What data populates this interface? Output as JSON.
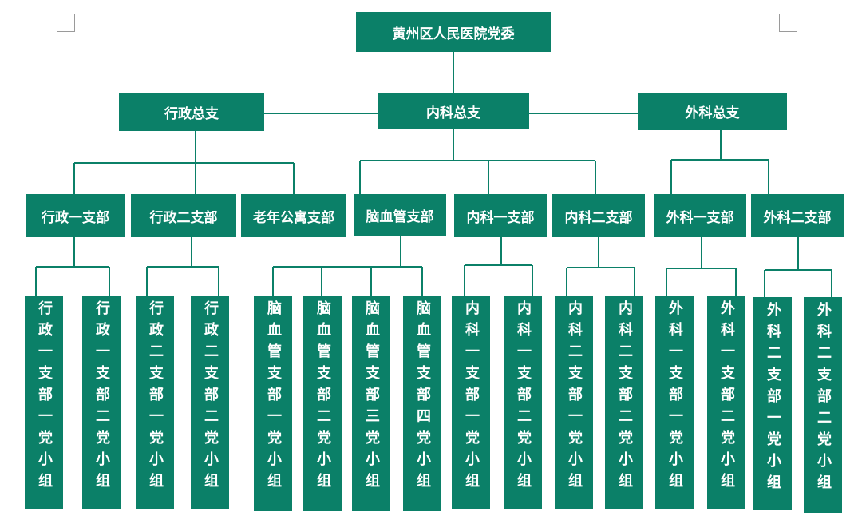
{
  "root": {
    "label": "黄州区人民医院党委"
  },
  "branches": [
    {
      "label": "行政总支",
      "departments": [
        {
          "label": "行政一支部",
          "groups": [
            "行政一支部一党小组",
            "行政一支部二党小组"
          ]
        },
        {
          "label": "行政二支部",
          "groups": [
            "行政二支部一党小组",
            "行政二支部二党小组"
          ]
        },
        {
          "label": "老年公寓支部",
          "groups": []
        }
      ]
    },
    {
      "label": "内科总支",
      "departments": [
        {
          "label": "脑血管支部",
          "groups": [
            "脑血管支部一党小组",
            "脑血管支部二党小组",
            "脑血管支部三党小组",
            "脑血管支部四党小组"
          ]
        },
        {
          "label": "内科一支部",
          "groups": [
            "内科一支部一党小组",
            "内科一支部二党小组"
          ]
        },
        {
          "label": "内科二支部",
          "groups": [
            "内科二支部一党小组",
            "内科二支部二党小组"
          ]
        }
      ]
    },
    {
      "label": "外科总支",
      "departments": [
        {
          "label": "外科一支部",
          "groups": [
            "外科一支部一党小组",
            "外科一支部二党小组"
          ]
        },
        {
          "label": "外科二支部",
          "groups": [
            "外科二支部一党小组",
            "外科二支部二党小组"
          ]
        }
      ]
    }
  ],
  "colors": {
    "box": "#0b8068",
    "line": "#0b8068",
    "text": "#ffffff"
  }
}
